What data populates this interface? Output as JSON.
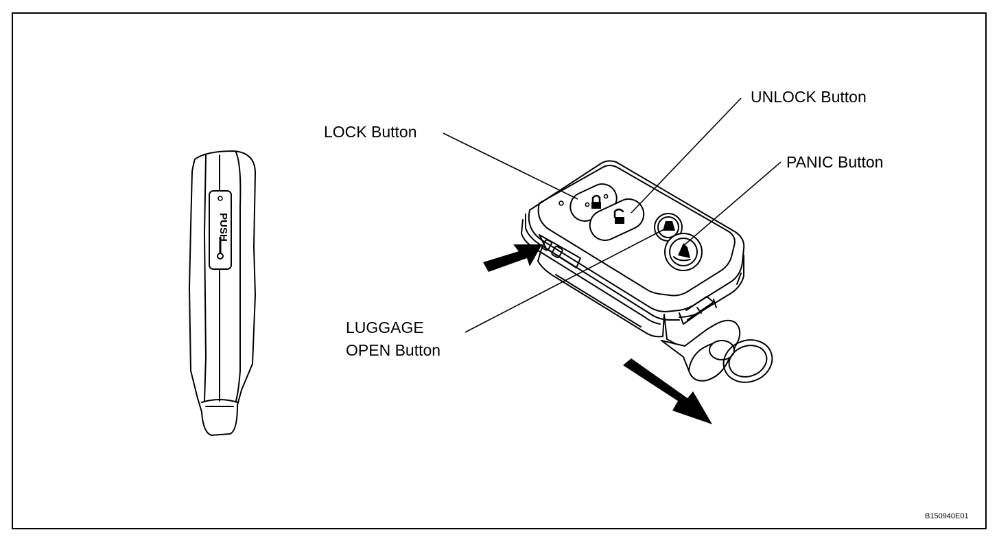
{
  "figure": {
    "labels": {
      "lock": "LOCK Button",
      "unlock": "UNLOCK Button",
      "panic": "PANIC Button",
      "luggage_line1": "LUGGAGE",
      "luggage_line2": "OPEN Button"
    },
    "side_view": {
      "push_text": "PUSH"
    },
    "figure_code": "B150940E01"
  }
}
